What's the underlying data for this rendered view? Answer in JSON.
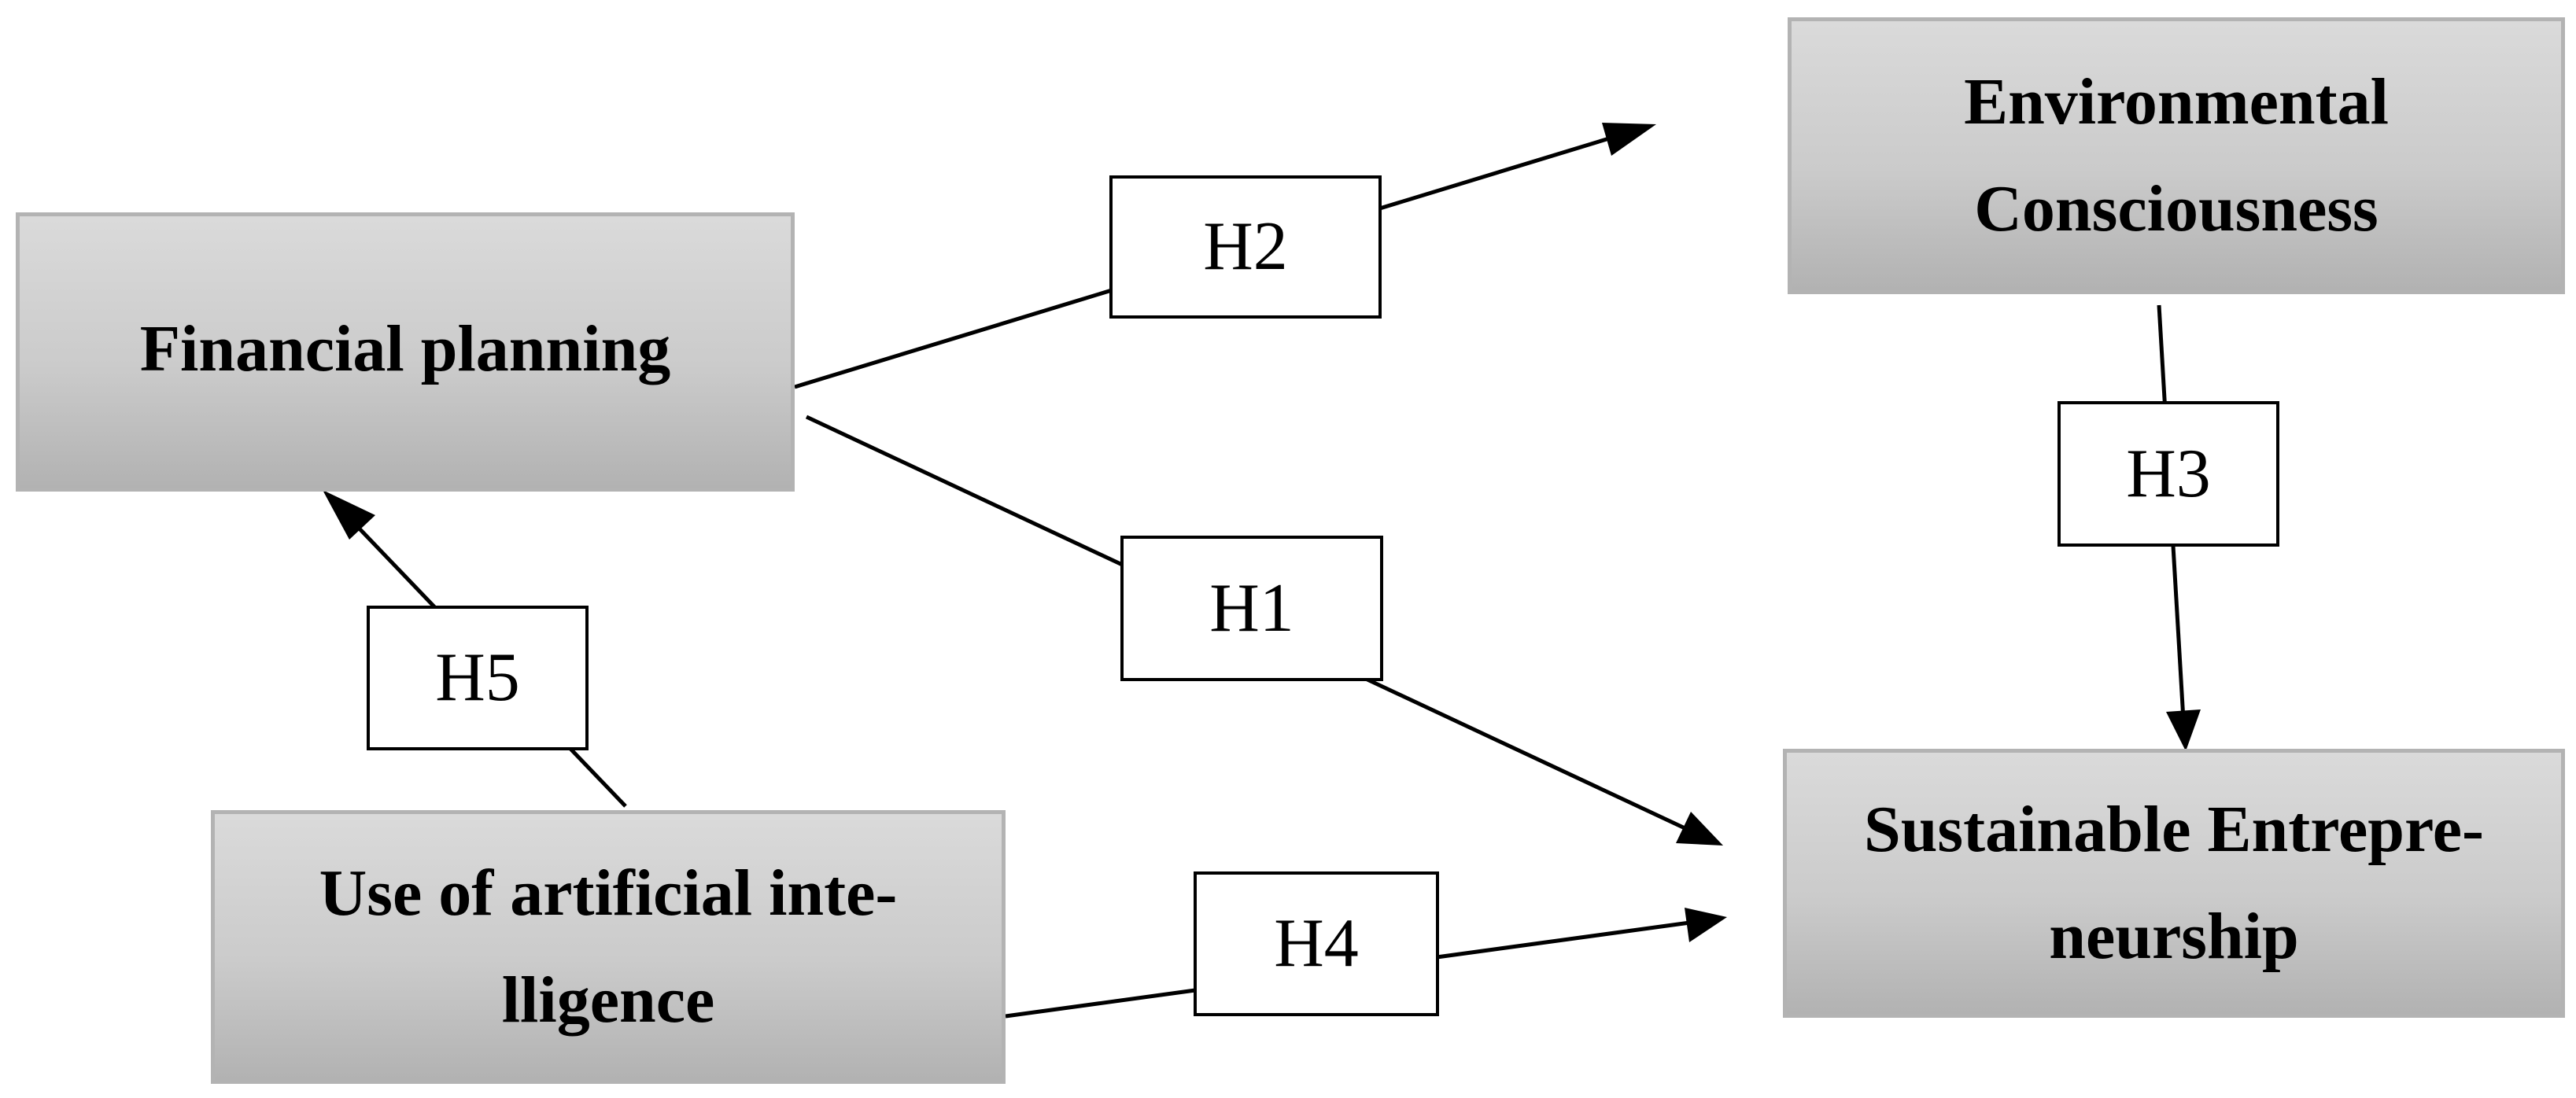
{
  "constructs": {
    "financial_planning": "Financial planning",
    "environmental_consciousness": "Environmental\nConsciousness",
    "sustainable_entrepreneurship": "Sustainable Entrepre-\nneurship",
    "use_of_ai": "Use of artificial inte-\nlligence"
  },
  "hypotheses": {
    "h1": "H1",
    "h2": "H2",
    "h3": "H3",
    "h4": "H4",
    "h5": "H5"
  },
  "colors": {
    "box_border": "#b3b3b3",
    "box_fill_top": "#dadada",
    "box_fill_bottom": "#b2b2b2",
    "line": "#000000",
    "label_border": "#000000",
    "label_fill": "#ffffff"
  }
}
